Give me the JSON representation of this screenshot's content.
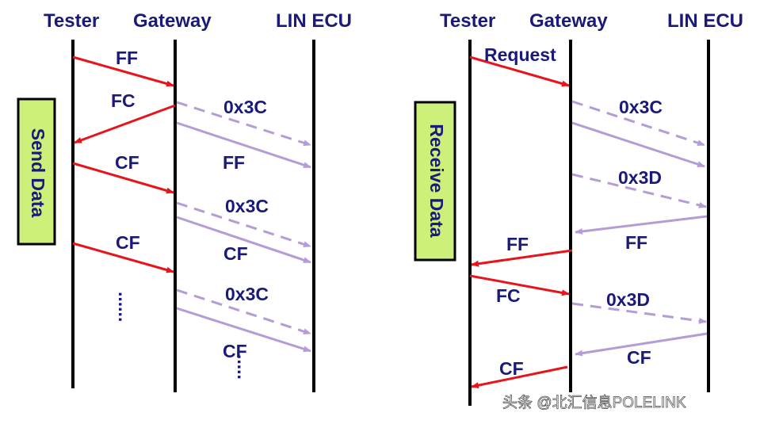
{
  "colors": {
    "text": "#1a1a7a",
    "lifeline": "#000000",
    "red_arrow": "#e8141c",
    "purple_arrow": "#b59cd6",
    "side_box_fill": "#ccf07a",
    "side_box_border": "#000000"
  },
  "left": {
    "headers": {
      "tester": "Tester",
      "gateway": "Gateway",
      "lin_ecu": "LIN ECU"
    },
    "side_label": "Send Data",
    "labels": {
      "ff1": "FF",
      "fc": "FC",
      "c3c1": "0x3C",
      "ff2": "FF",
      "cf1": "CF",
      "c3c2": "0x3C",
      "cf2": "CF",
      "cf3": "CF",
      "c3c3": "0x3C",
      "cf4": "CF",
      "dots1": "......",
      "dots2": "....."
    }
  },
  "right": {
    "headers": {
      "tester": "Tester",
      "gateway": "Gateway",
      "lin_ecu": "LIN ECU"
    },
    "side_label": "Receive Data",
    "labels": {
      "request": "Request",
      "c3c": "0x3C",
      "c3d1": "0x3D",
      "ff_lin": "FF",
      "ff_tester": "FF",
      "fc": "FC",
      "c3d2": "0x3D",
      "cf_lin": "CF",
      "cf_tester": "CF"
    }
  },
  "watermark": "头条 @北汇信息POLELINK"
}
